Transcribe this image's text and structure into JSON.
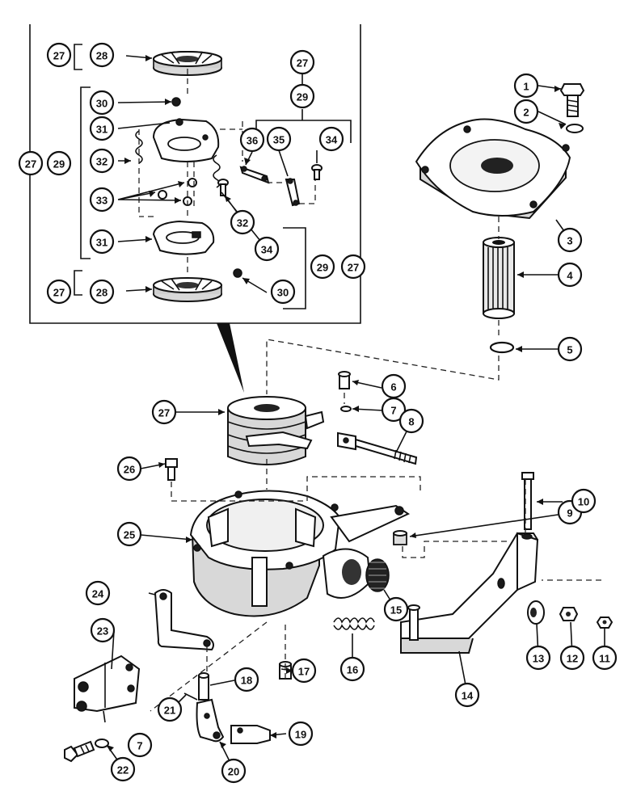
{
  "diagram": {
    "callouts": [
      {
        "key": "c1",
        "number": "1"
      },
      {
        "key": "c2",
        "number": "2"
      },
      {
        "key": "c3",
        "number": "3"
      },
      {
        "key": "c4",
        "number": "4"
      },
      {
        "key": "c5",
        "number": "5"
      },
      {
        "key": "c6",
        "number": "6"
      },
      {
        "key": "c7a",
        "number": "7"
      },
      {
        "key": "c7b",
        "number": "7"
      },
      {
        "key": "c8",
        "number": "8"
      },
      {
        "key": "c9",
        "number": "9"
      },
      {
        "key": "c10",
        "number": "10"
      },
      {
        "key": "c11",
        "number": "11"
      },
      {
        "key": "c12",
        "number": "12"
      },
      {
        "key": "c13",
        "number": "13"
      },
      {
        "key": "c14",
        "number": "14"
      },
      {
        "key": "c15",
        "number": "15"
      },
      {
        "key": "c16",
        "number": "16"
      },
      {
        "key": "c17",
        "number": "17"
      },
      {
        "key": "c18",
        "number": "18"
      },
      {
        "key": "c19",
        "number": "19"
      },
      {
        "key": "c20",
        "number": "20"
      },
      {
        "key": "c21",
        "number": "21"
      },
      {
        "key": "c22",
        "number": "22"
      },
      {
        "key": "c23",
        "number": "23"
      },
      {
        "key": "c24",
        "number": "24"
      },
      {
        "key": "c25",
        "number": "25"
      },
      {
        "key": "c26",
        "number": "26"
      },
      {
        "key": "c27main",
        "number": "27"
      },
      {
        "key": "c27a",
        "number": "27"
      },
      {
        "key": "c28a",
        "number": "28"
      },
      {
        "key": "c27b",
        "number": "27"
      },
      {
        "key": "c28b",
        "number": "28"
      },
      {
        "key": "c27c",
        "number": "27"
      },
      {
        "key": "c29a",
        "number": "29"
      },
      {
        "key": "c27d",
        "number": "27"
      },
      {
        "key": "c29b",
        "number": "29"
      },
      {
        "key": "c29c",
        "number": "29"
      },
      {
        "key": "c27e",
        "number": "27"
      },
      {
        "key": "c30a",
        "number": "30"
      },
      {
        "key": "c30b",
        "number": "30"
      },
      {
        "key": "c31a",
        "number": "31"
      },
      {
        "key": "c31b",
        "number": "31"
      },
      {
        "key": "c32a",
        "number": "32"
      },
      {
        "key": "c32b",
        "number": "32"
      },
      {
        "key": "c33",
        "number": "33"
      },
      {
        "key": "c34a",
        "number": "34"
      },
      {
        "key": "c34b",
        "number": "34"
      },
      {
        "key": "c35",
        "number": "35"
      },
      {
        "key": "c36",
        "number": "36"
      }
    ]
  }
}
